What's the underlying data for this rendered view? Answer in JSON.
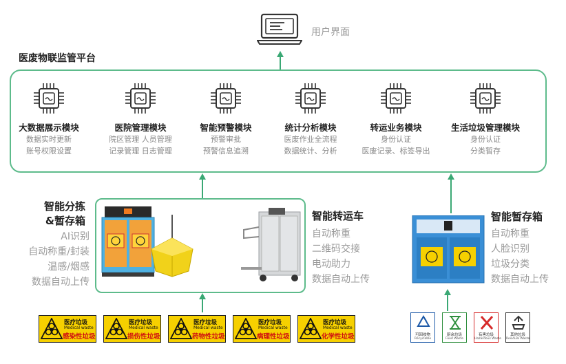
{
  "user_interface": {
    "label": "用户界面"
  },
  "platform": {
    "title": "医废物联监管平台",
    "modules": [
      {
        "name": "大数据展示模块",
        "lines": [
          "数据实时更新",
          "账号权限设置"
        ]
      },
      {
        "name": "医院管理模块",
        "lines": [
          "院区管理 人员管理",
          "记录管理 日志管理"
        ]
      },
      {
        "name": "智能预警模块",
        "lines": [
          "预警审批",
          "预警信息追溯"
        ]
      },
      {
        "name": "统计分析模块",
        "lines": [
          "医废作业全流程",
          "数据统计、分析"
        ]
      },
      {
        "name": "转运业务模块",
        "lines": [
          "身份认证",
          "医废记录、标签导出"
        ]
      },
      {
        "name": "生活垃圾管理模块",
        "lines": [
          "身份认证",
          "分类暂存"
        ]
      }
    ]
  },
  "sorting_box": {
    "title_line1": "智能分拣",
    "title_line2": "&暂存箱",
    "features": [
      "AI识别",
      "自动称重/封装",
      "温感/烟感",
      "数据自动上传"
    ]
  },
  "transfer_cart": {
    "title": "智能转运车",
    "features": [
      "自动称重",
      "二维码交接",
      "电动助力",
      "数据自动上传"
    ]
  },
  "storage_box": {
    "title": "智能暂存箱",
    "features": [
      "自动称重",
      "人脸识别",
      "垃圾分类",
      "数据自动上传"
    ]
  },
  "waste_labels": [
    {
      "header": "医疗垃圾",
      "english": "Medical waste",
      "name": "感染性垃圾"
    },
    {
      "header": "医疗垃圾",
      "english": "Medical waste",
      "name": "损伤性垃圾"
    },
    {
      "header": "医疗垃圾",
      "english": "Medical waste",
      "name": "药物性垃圾"
    },
    {
      "header": "医疗垃圾",
      "english": "Medical waste",
      "name": "病理性垃圾"
    },
    {
      "header": "医疗垃圾",
      "english": "Medical waste",
      "name": "化学性垃圾"
    }
  ],
  "sort_categories": [
    {
      "cn": "可回收物",
      "en": "Recyclable",
      "color": "#1e5aa8",
      "icon": "recycle-icon"
    },
    {
      "cn": "厨余垃圾",
      "en": "Food Waste",
      "color": "#2f8f3e",
      "icon": "hourglass-icon"
    },
    {
      "cn": "有害垃圾",
      "en": "Hazardous Waste",
      "color": "#d62a2a",
      "icon": "hazard-x-icon"
    },
    {
      "cn": "其他垃圾",
      "en": "Residual Waste",
      "color": "#333333",
      "icon": "other-waste-icon"
    }
  ],
  "colors": {
    "accent": "#3aa874",
    "frame": "#5dbb8b",
    "label_yellow": "#f6d000"
  }
}
